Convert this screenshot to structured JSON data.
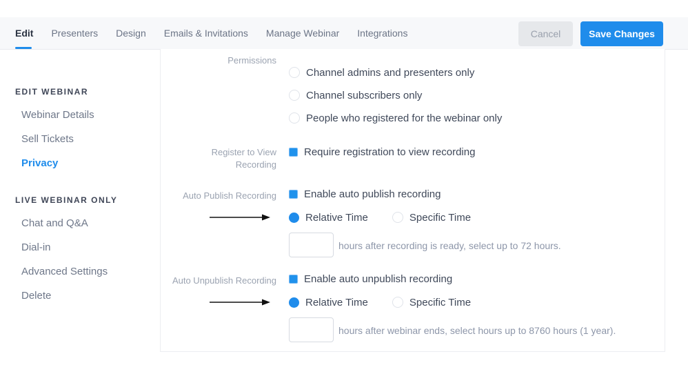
{
  "topbar": {
    "tabs": [
      {
        "label": "Edit",
        "active": true
      },
      {
        "label": "Presenters",
        "active": false
      },
      {
        "label": "Design",
        "active": false
      },
      {
        "label": "Emails & Invitations",
        "active": false
      },
      {
        "label": "Manage Webinar",
        "active": false
      },
      {
        "label": "Integrations",
        "active": false
      }
    ],
    "cancel_label": "Cancel",
    "save_label": "Save Changes"
  },
  "sidebar": {
    "sections": [
      {
        "title": "EDIT WEBINAR",
        "items": [
          {
            "label": "Webinar Details",
            "active": false
          },
          {
            "label": "Sell Tickets",
            "active": false
          },
          {
            "label": "Privacy",
            "active": true
          }
        ]
      },
      {
        "title": "LIVE WEBINAR ONLY",
        "items": [
          {
            "label": "Chat and Q&A",
            "active": false
          },
          {
            "label": "Dial-in",
            "active": false
          },
          {
            "label": "Advanced Settings",
            "active": false
          },
          {
            "label": "Delete",
            "active": false
          }
        ]
      }
    ]
  },
  "main": {
    "permissions": {
      "label": "Permissions",
      "options": [
        {
          "label": "Channel admins and presenters only",
          "selected": false
        },
        {
          "label": "Channel subscribers only",
          "selected": false
        },
        {
          "label": "People who registered for the webinar only",
          "selected": false
        }
      ]
    },
    "register_to_view": {
      "label_line1": "Register to View",
      "label_line2": "Recording",
      "checkbox_label": "Require registration to view recording",
      "checked": true
    },
    "auto_publish": {
      "label": "Auto Publish Recording",
      "checkbox_label": "Enable auto publish recording",
      "checked": true,
      "radio_relative_label": "Relative Time",
      "radio_specific_label": "Specific Time",
      "selected_radio": "relative",
      "input_value": "",
      "helper": "hours after recording is ready, select up to 72 hours."
    },
    "auto_unpublish": {
      "label": "Auto Unpublish Recording",
      "checkbox_label": "Enable auto unpublish recording",
      "checked": true,
      "radio_relative_label": "Relative Time",
      "radio_specific_label": "Specific Time",
      "selected_radio": "relative",
      "input_value": "",
      "helper": "hours after webinar ends, select hours up to 8760 hours (1 year)."
    }
  },
  "icons": {
    "annotation_arrow": "arrow-right-annotation"
  },
  "colors": {
    "accent_blue": "#1f8ceb",
    "topbar_bg": "#f7f8fa",
    "dark_text": "#3f4859",
    "muted_label": "#9ba3b1",
    "helper_text": "#8d96a9",
    "panel_border": "#ecedf1",
    "cancel_bg": "#e6e8eb"
  }
}
